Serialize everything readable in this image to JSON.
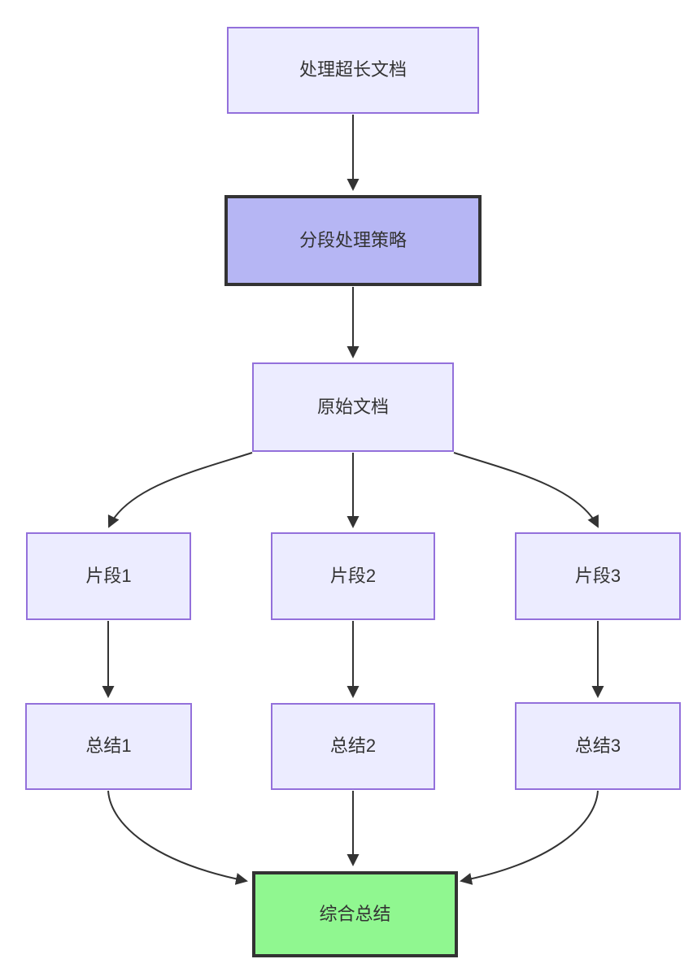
{
  "diagram": {
    "type": "flowchart",
    "direction": "top-down",
    "nodes": {
      "a": {
        "label": "处理超长文档",
        "style": "default"
      },
      "b": {
        "label": "分段处理策略",
        "style": "emphasis"
      },
      "c": {
        "label": "原始文档",
        "style": "default"
      },
      "d1": {
        "label": "片段1",
        "style": "default"
      },
      "d2": {
        "label": "片段2",
        "style": "default"
      },
      "d3": {
        "label": "片段3",
        "style": "default"
      },
      "e1": {
        "label": "总结1",
        "style": "default"
      },
      "e2": {
        "label": "总结2",
        "style": "default"
      },
      "e3": {
        "label": "总结3",
        "style": "default"
      },
      "f": {
        "label": "综合总结",
        "style": "success"
      }
    },
    "edges": [
      {
        "from": "处理超长文档",
        "to": "分段处理策略"
      },
      {
        "from": "分段处理策略",
        "to": "原始文档"
      },
      {
        "from": "原始文档",
        "to": "片段1"
      },
      {
        "from": "原始文档",
        "to": "片段2"
      },
      {
        "from": "原始文档",
        "to": "片段3"
      },
      {
        "from": "片段1",
        "to": "总结1"
      },
      {
        "from": "片段2",
        "to": "总结2"
      },
      {
        "from": "片段3",
        "to": "总结3"
      },
      {
        "from": "总结1",
        "to": "综合总结"
      },
      {
        "from": "总结2",
        "to": "综合总结"
      },
      {
        "from": "总结3",
        "to": "综合总结"
      }
    ],
    "colors": {
      "node_fill": "#ECECFF",
      "node_border": "#9370DB",
      "emphasis_fill": "#B6B6F4",
      "success_fill": "#90F790",
      "strong_border": "#333333",
      "edge_color": "#333333",
      "text_color": "#333333"
    }
  }
}
